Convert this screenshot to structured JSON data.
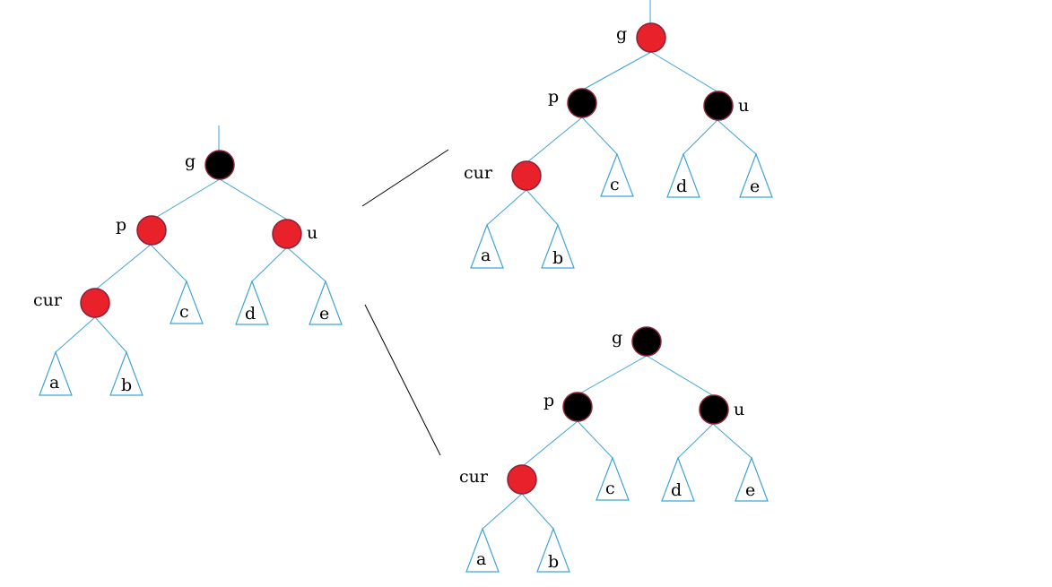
{
  "colors": {
    "edge": "#3fa4d6",
    "red_node": "#e8212b",
    "black_node": "#000000",
    "node_outline": "#8a2238",
    "arrow": "#000000"
  },
  "trees": [
    {
      "id": "before",
      "nodes": [
        {
          "key": "g",
          "label": "g",
          "color": "black"
        },
        {
          "key": "p",
          "label": "p",
          "color": "red"
        },
        {
          "key": "u",
          "label": "u",
          "color": "red"
        },
        {
          "key": "cur",
          "label": "cur",
          "color": "red"
        }
      ],
      "subtrees": [
        "a",
        "b",
        "c",
        "d",
        "e"
      ]
    },
    {
      "id": "after-top",
      "nodes": [
        {
          "key": "g",
          "label": "g",
          "color": "red"
        },
        {
          "key": "p",
          "label": "p",
          "color": "black"
        },
        {
          "key": "u",
          "label": "u",
          "color": "black"
        },
        {
          "key": "cur",
          "label": "cur",
          "color": "red"
        }
      ],
      "subtrees": [
        "a",
        "b",
        "c",
        "d",
        "e"
      ]
    },
    {
      "id": "after-bottom",
      "nodes": [
        {
          "key": "g",
          "label": "g",
          "color": "black"
        },
        {
          "key": "p",
          "label": "p",
          "color": "black"
        },
        {
          "key": "u",
          "label": "u",
          "color": "black"
        },
        {
          "key": "cur",
          "label": "cur",
          "color": "red"
        }
      ],
      "subtrees": [
        "a",
        "b",
        "c",
        "d",
        "e"
      ]
    }
  ]
}
